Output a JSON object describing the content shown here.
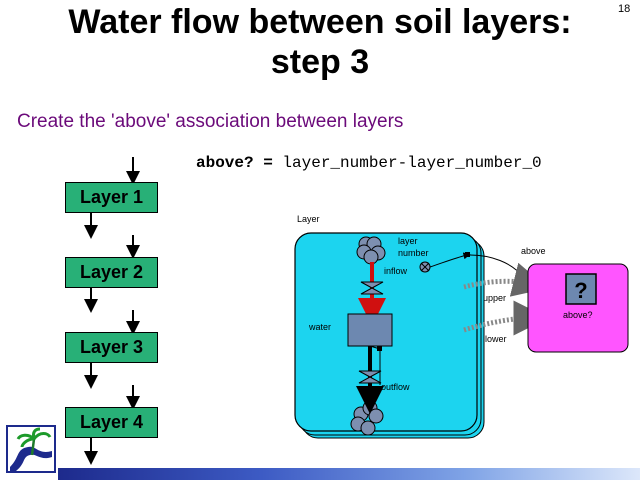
{
  "slide": {
    "title_line1": "Water flow between soil layers:",
    "title_line2": "step 3",
    "number": "18",
    "subtitle": "Create the 'above' association between layers",
    "equation_keyword": "above? =",
    "equation_expr": " layer_number-layer_number_0"
  },
  "layer_stack": {
    "layers": [
      "Layer 1",
      "Layer 2",
      "Layer 3",
      "Layer 4"
    ]
  },
  "model_diagram": {
    "layer_object_label": "Layer",
    "layer_number_label_line1": "layer",
    "layer_number_label_line2": "number",
    "inflow_label": "inflow",
    "water_label": "water",
    "outflow_label": "outflow",
    "upper_label": "upper",
    "lower_label": "lower",
    "above_label": "above",
    "above_query_label": "above?",
    "question_mark": "?"
  },
  "colors": {
    "title_purple": "#6b0a7a",
    "layer_green": "#28b077",
    "submodel_cyan": "#1cd4ef",
    "association_magenta": "#ff55ff",
    "inflow_red": "#d01010",
    "water_box": "#6d88b0"
  },
  "icons": {
    "logo": "palm-tree-river-logo"
  }
}
